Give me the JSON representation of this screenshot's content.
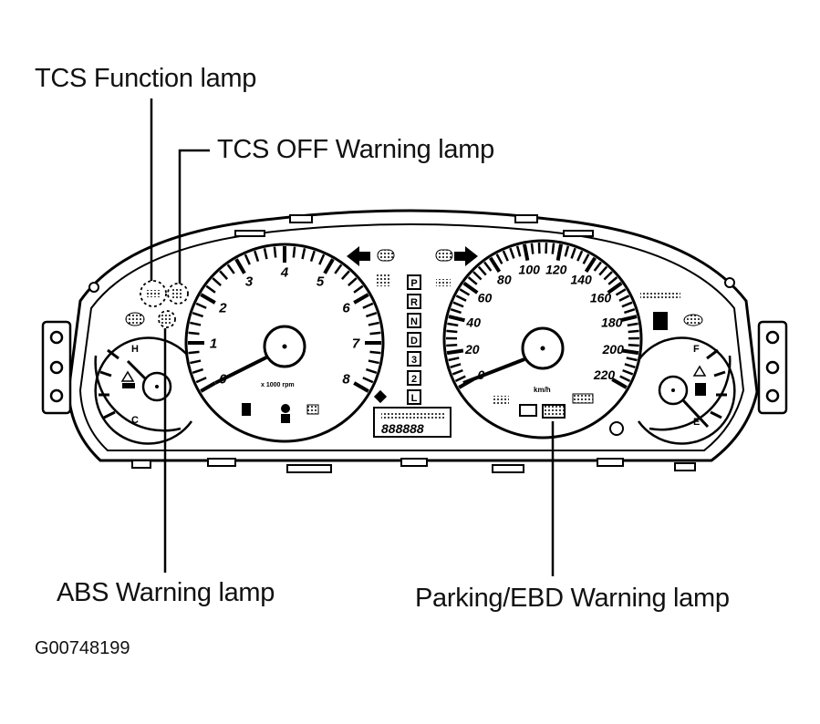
{
  "labels": {
    "tcs_function": "TCS Function lamp",
    "tcs_off": "TCS OFF Warning lamp",
    "abs": "ABS Warning lamp",
    "parking_ebd": "Parking/EBD Warning lamp"
  },
  "figure_id": "G00748199",
  "tachometer": {
    "numbers": [
      "0",
      "1",
      "2",
      "3",
      "4",
      "5",
      "6",
      "7",
      "8"
    ],
    "unit": "x 1000 rpm"
  },
  "speedometer": {
    "numbers": [
      "0",
      "20",
      "40",
      "60",
      "80",
      "100",
      "120",
      "140",
      "160",
      "180",
      "200",
      "220"
    ],
    "unit": "km/h"
  },
  "temp_gauge": {
    "hot": "H",
    "cold": "C"
  },
  "fuel_gauge": {
    "full": "F",
    "empty": "E"
  },
  "gear_indicator": [
    "P",
    "R",
    "N",
    "D",
    "3",
    "2",
    "L"
  ],
  "odometer_digits": "888888"
}
